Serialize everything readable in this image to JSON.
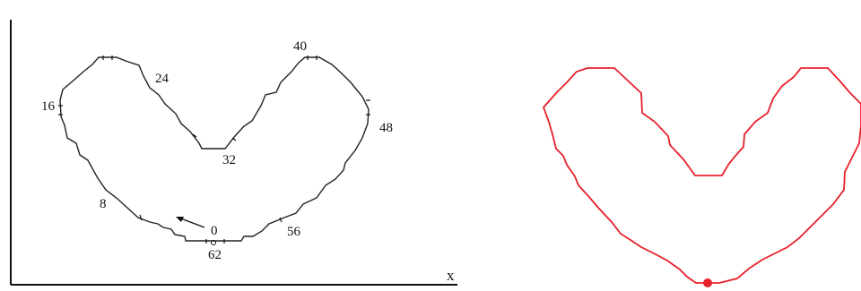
{
  "left_panel": {
    "axis_x_label": "x",
    "point_labels": [
      "0",
      "8",
      "16",
      "24",
      "32",
      "40",
      "48",
      "56",
      "62"
    ]
  },
  "right_panel": {
    "marker_color": "#e8202a",
    "contour_color": "#e8202a"
  },
  "colors": {
    "ink": "#111111",
    "accent": "#e8202a"
  }
}
